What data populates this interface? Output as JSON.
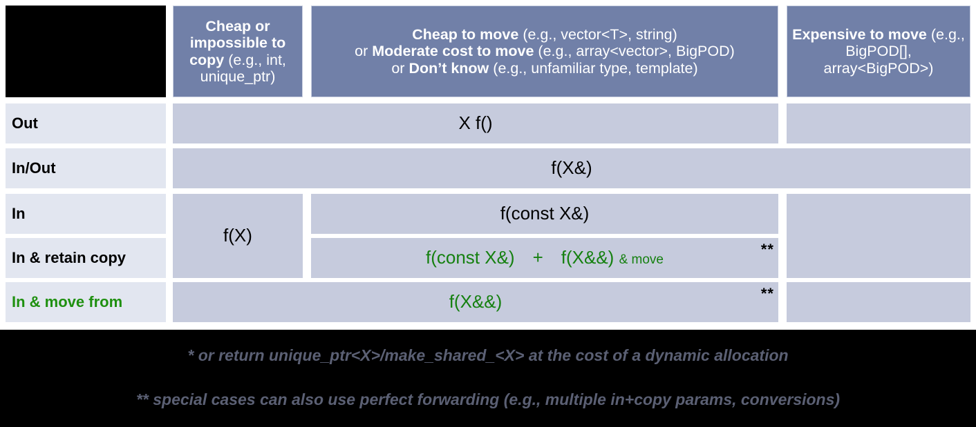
{
  "title": "C++ parameter passing / return guidelines table",
  "colors": {
    "header_bg": "#7180a8",
    "header_text": "#ffffff",
    "row_label_bg": "#e2e6f0",
    "cell_bg": "#c6cbdd",
    "accent_green": "#158010",
    "footer_bg": "#000000",
    "footer_text": "#5b6074"
  },
  "header": {
    "corner": "",
    "columns": [
      {
        "id": "cheap-or-impossible-to-copy",
        "strong": "Cheap or impossible to copy",
        "example": "(e.g., int, unique_ptr)"
      },
      {
        "id": "cheap-to-move",
        "lines": [
          {
            "prefix": "",
            "strong": "Cheap to move",
            "example": "(e.g., vector<T>, string)"
          },
          {
            "prefix": "or ",
            "strong": "Moderate cost to move",
            "example": "(e.g., array<vector>, BigPOD)"
          },
          {
            "prefix": "or ",
            "strong": "Don’t know",
            "example": "(e.g., unfamiliar type, template)"
          }
        ]
      },
      {
        "id": "expensive-to-move",
        "strong": "Expensive to move",
        "example": "(e.g., BigPOD[], array<BigPOD>)"
      }
    ]
  },
  "rows": [
    {
      "id": "out",
      "label": "Out",
      "label_green": false,
      "value": "X f()",
      "value_green": false,
      "stars": ""
    },
    {
      "id": "in-out",
      "label": "In/Out",
      "label_green": false,
      "value": "f(X&)",
      "value_green": false,
      "stars": ""
    },
    {
      "id": "in",
      "label": "In",
      "label_green": false,
      "value": "f(const X&)",
      "value_green": false,
      "stars": ""
    },
    {
      "id": "in-retain-copy",
      "label": "In & retain copy",
      "label_green": false,
      "value": "f(const X&)  +  f(X&&) & move",
      "value_green": true,
      "stars": "**"
    },
    {
      "id": "in-move-from",
      "label": "In & move from",
      "label_green": true,
      "value": "f(X&&)",
      "value_green": true,
      "stars": "**"
    }
  ],
  "cells": {
    "cheap_column_merged": "f(X)",
    "retain_copy_parts": {
      "left": "f(const X&)",
      "plus": "+",
      "right": "f(X&&)",
      "suffix": "& move"
    }
  },
  "footnotes": [
    "* or return unique_ptr<X>/make_shared_<X> at the cost of a dynamic allocation",
    "** special cases can also use perfect forwarding (e.g., multiple in+copy params, conversions)"
  ]
}
